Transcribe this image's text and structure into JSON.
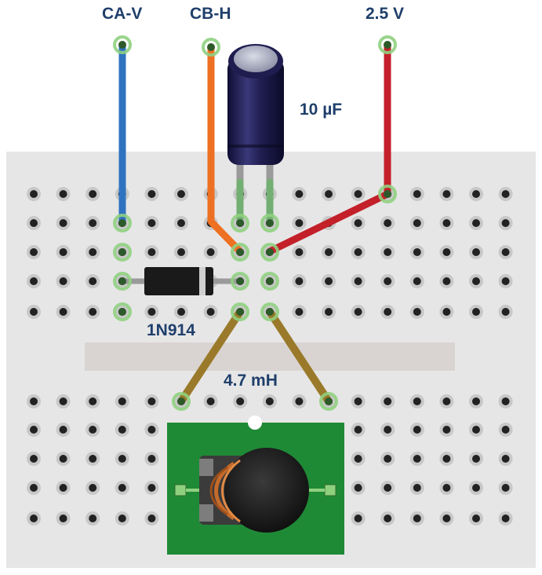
{
  "labels": {
    "wire_ca_v": "CA-V",
    "wire_cb_h": "CB-H",
    "wire_supply": "2.5 V",
    "capacitor": "10 µF",
    "diode": "1N914",
    "inductor": "4.7 mH"
  },
  "colors": {
    "board": "#e6e6e6",
    "channel": "#d9d4d1",
    "hole": "#222222",
    "hole_ring": "#c8c8c8",
    "wire_ca_v": "#2f73c0",
    "wire_cb_h": "#ee7023",
    "wire_supply": "#c3202a",
    "lead_inductor": "#9a7a2a",
    "capacitor_body": "#1f1d4f",
    "diode_body": "#1a1a1a",
    "pcb": "#1f8a36",
    "inductor_core": "#222222",
    "copper": "#c46a2b",
    "connection_glow": "#8fd07f",
    "label_text": "#1f3f6b"
  }
}
